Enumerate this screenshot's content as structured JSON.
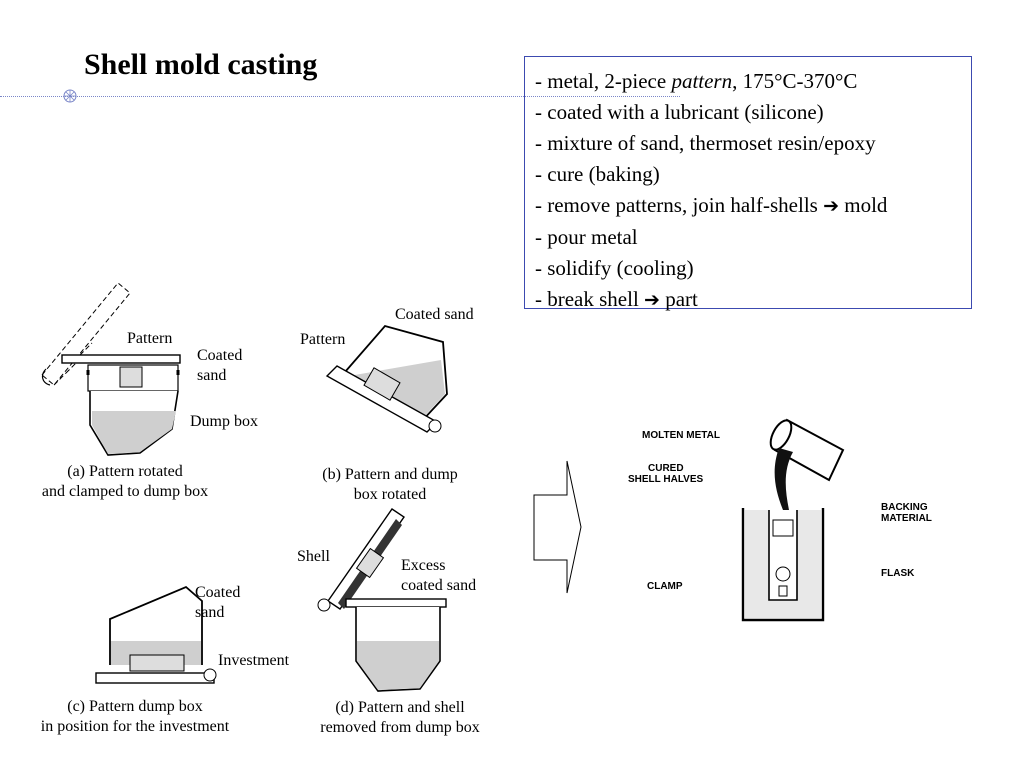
{
  "slide": {
    "title": "Shell mold casting"
  },
  "bullets": [
    {
      "prefix": "- metal, 2-piece ",
      "italic": "pattern",
      "suffix": ", 175°C-370°C"
    },
    {
      "prefix": "- coated with a lubricant (silicone)"
    },
    {
      "prefix": "- mixture of sand, thermoset resin/epoxy"
    },
    {
      "prefix": "- cure (baking)"
    },
    {
      "prefix": "- remove patterns, join half-shells ",
      "arrow": "➔",
      "suffix": " mold"
    },
    {
      "prefix": "- pour metal"
    },
    {
      "prefix": "- solidify (cooling)"
    },
    {
      "prefix": "- break shell ",
      "arrow": "➔",
      "suffix": " part"
    }
  ],
  "figure_a": {
    "labels": {
      "pattern": "Pattern",
      "coated_sand_1": "Coated",
      "coated_sand_2": "sand",
      "dump_box": "Dump box"
    },
    "caption_1": "(a) Pattern rotated",
    "caption_2": "and clamped to dump box"
  },
  "figure_b": {
    "labels": {
      "coated_sand": "Coated sand",
      "pattern": "Pattern"
    },
    "caption_1": "(b) Pattern and dump",
    "caption_2": "box rotated"
  },
  "figure_c": {
    "labels": {
      "coated_sand_1": "Coated",
      "coated_sand_2": "sand",
      "investment": "Investment"
    },
    "caption_1": "(c) Pattern dump box",
    "caption_2": "in position for the investment"
  },
  "figure_d": {
    "labels": {
      "shell": "Shell",
      "excess_1": "Excess",
      "excess_2": "coated sand"
    },
    "caption_1": "(d) Pattern and shell",
    "caption_2": "removed from dump box"
  },
  "pour_figure": {
    "labels": {
      "molten_metal": "MOLTEN METAL",
      "cured_1": "CURED",
      "cured_2": "SHELL HALVES",
      "backing_1": "BACKING",
      "backing_2": "MATERIAL",
      "clamp": "CLAMP",
      "flask": "FLASK"
    }
  },
  "icons": [
    "bullet-ornament-icon",
    "right-arrow-icon"
  ]
}
